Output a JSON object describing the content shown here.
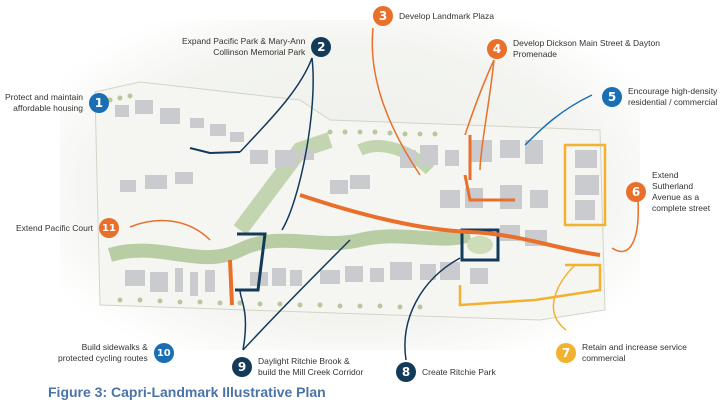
{
  "figure": {
    "caption": "Figure 3: Capri-Landmark Illustrative Plan"
  },
  "colors": {
    "orange": "#e8702a",
    "navy": "#143a5a",
    "blue": "#1a6fb4",
    "yellow": "#f2b230",
    "caption": "#4a73a8"
  },
  "callouts": [
    {
      "number": "1",
      "label": "Protect and maintain\naffordable housing",
      "color": "#1a6fb4"
    },
    {
      "number": "2",
      "label": "Expand Pacific Park & Mary-Ann\nCollinson Memorial Park",
      "color": "#143a5a"
    },
    {
      "number": "3",
      "label": "Develop Landmark Plaza",
      "color": "#e8702a"
    },
    {
      "number": "4",
      "label": "Develop Dickson Main Street & Dayton\nPromenade",
      "color": "#e8702a"
    },
    {
      "number": "5",
      "label": "Encourage high-density\nresidential / commercial",
      "color": "#1a6fb4"
    },
    {
      "number": "6",
      "label": "Extend Sutherland\nAvenue as a\ncomplete street",
      "color": "#e8702a"
    },
    {
      "number": "7",
      "label": "Retain and increase service\ncommercial",
      "color": "#f2b230"
    },
    {
      "number": "8",
      "label": "Create Ritchie Park",
      "color": "#143a5a"
    },
    {
      "number": "9",
      "label": "Daylight Ritchie Brook &\nbuild the Mill Creek Corridor",
      "color": "#143a5a"
    },
    {
      "number": "10",
      "label": "Build sidewalks &\nprotected cycling routes",
      "color": "#1a6fb4"
    },
    {
      "number": "11",
      "label": "Extend Pacific Court",
      "color": "#e8702a"
    }
  ]
}
